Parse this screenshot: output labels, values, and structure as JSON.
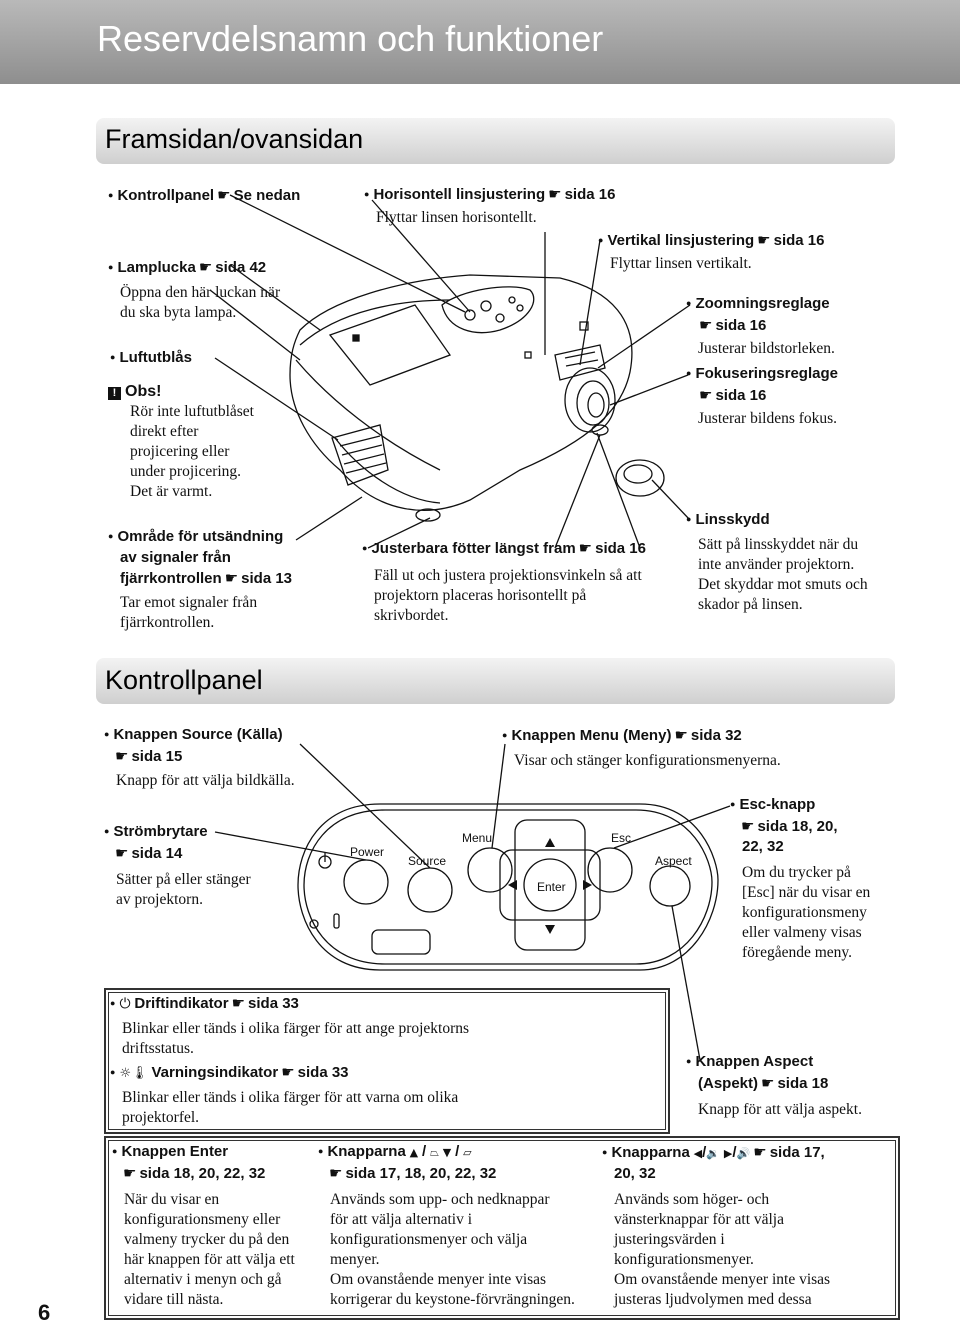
{
  "page_title": "Reservdelsnamn och funktioner",
  "section1_title": "Framsidan/ovansidan",
  "section2_title": "Kontrollpanel",
  "page_number": "6",
  "hand_glyph": "☛",
  "front": {
    "kontrollpanel": {
      "title": "Kontrollpanel",
      "ref": "Se nedan"
    },
    "lamplucka": {
      "title": "Lamplucka",
      "ref": "sida 42",
      "desc1": "Öppna den här luckan när",
      "desc2": "du ska byta lampa."
    },
    "luftutblas": {
      "title": "Luftutblås"
    },
    "obs": {
      "title": "Obs!",
      "l1": "Rör inte luftutblåset",
      "l2": "direkt efter",
      "l3": "projicering eller",
      "l4": "under projicering.",
      "l5": "Det är varmt."
    },
    "omrade": {
      "t1": "Område för utsändning",
      "t2": "av signaler från",
      "t3": "fjärrkontrollen",
      "ref": "sida 13",
      "d1": "Tar emot signaler från",
      "d2": "fjärrkontrollen."
    },
    "horisontell": {
      "title": "Horisontell linsjustering",
      "ref": "sida 16",
      "desc": "Flyttar linsen horisontellt."
    },
    "vertikal": {
      "title": "Vertikal linsjustering",
      "ref": "sida 16",
      "desc": "Flyttar linsen vertikalt."
    },
    "zoom": {
      "title": "Zoomningsreglage",
      "ref": "sida 16",
      "desc": "Justerar bildstorleken."
    },
    "fokus": {
      "title": "Fokuseringsreglage",
      "ref": "sida 16",
      "desc": "Justerar bildens fokus."
    },
    "justerbara": {
      "title": "Justerbara fötter längst fram",
      "ref": "sida 16",
      "d1": "Fäll ut och justera projektionsvinkeln så att",
      "d2": "projektorn placeras horisontellt på",
      "d3": "skrivbordet."
    },
    "linsskydd": {
      "title": "Linsskydd",
      "d1": "Sätt på linsskyddet när du",
      "d2": "inte använder projektorn.",
      "d3": "Det skyddar mot smuts och",
      "d4": "skador på linsen."
    }
  },
  "panel": {
    "source": {
      "title": "Knappen Source (Källa)",
      "ref": "sida 15",
      "desc": "Knapp för att välja bildkälla."
    },
    "menu": {
      "title": "Knappen Menu (Meny)",
      "ref": "sida 32",
      "desc": "Visar och stänger konfigurationsmenyerna."
    },
    "strom": {
      "title": "Strömbrytare",
      "ref": "sida 14",
      "d1": "Sätter på eller stänger",
      "d2": "av projektorn."
    },
    "esc": {
      "title": "Esc-knapp",
      "ref1": "sida 18, 20,",
      "ref2": "22, 32",
      "d1": "Om du trycker på",
      "d2": "[Esc] när du visar en",
      "d3": "konfigurationsmeny",
      "d4": "eller valmeny visas",
      "d5": "föregående meny."
    },
    "labels": {
      "power": "Power",
      "source": "Source",
      "menu": "Menu",
      "esc": "Esc",
      "aspect": "Aspect",
      "enter": "Enter"
    },
    "drift": {
      "title": "Driftindikator",
      "ref": "sida 33",
      "d1": "Blinkar eller tänds i olika färger för att ange projektorns",
      "d2": "driftsstatus."
    },
    "varning": {
      "title": "Varningsindikator",
      "ref": "sida 33",
      "d1": "Blinkar eller tänds i olika färger för att varna om olika",
      "d2": "projektorfel."
    },
    "aspect": {
      "t1": "Knappen Aspect",
      "t2": "(Aspekt)",
      "ref": "sida 18",
      "desc": "Knapp för att välja aspekt."
    },
    "enter": {
      "title": "Knappen Enter",
      "ref": "sida 18, 20, 22, 32",
      "d1": "När du visar en",
      "d2": "konfigurationsmeny eller",
      "d3": "valmeny trycker du på den",
      "d4": "här knappen för att välja ett",
      "d5": "alternativ i menyn och gå",
      "d6": "vidare till nästa."
    },
    "updown": {
      "title": "Knapparna",
      "sep1": "/",
      "sep2": "/",
      "ref": "sida 17, 18, 20, 22, 32",
      "d1": "Används som upp- och nedknappar",
      "d2": "för att välja alternativ i",
      "d3": "konfigurationsmenyer och välja",
      "d4": "menyer.",
      "d5": "Om ovanstående menyer inte visas",
      "d6": "korrigerar du keystone-förvrängningen."
    },
    "leftright": {
      "title": "Knapparna",
      "sep1": "/",
      "sep2": "/",
      "ref1": "sida 17,",
      "ref2": "20, 32",
      "d1": "Används som höger- och",
      "d2": "vänsterknappar för att välja",
      "d3": "justeringsvärden i",
      "d4": "konfigurationsmenyer.",
      "d5": "Om ovanstående menyer inte visas",
      "d6": "justeras ljudvolymen med dessa"
    }
  }
}
